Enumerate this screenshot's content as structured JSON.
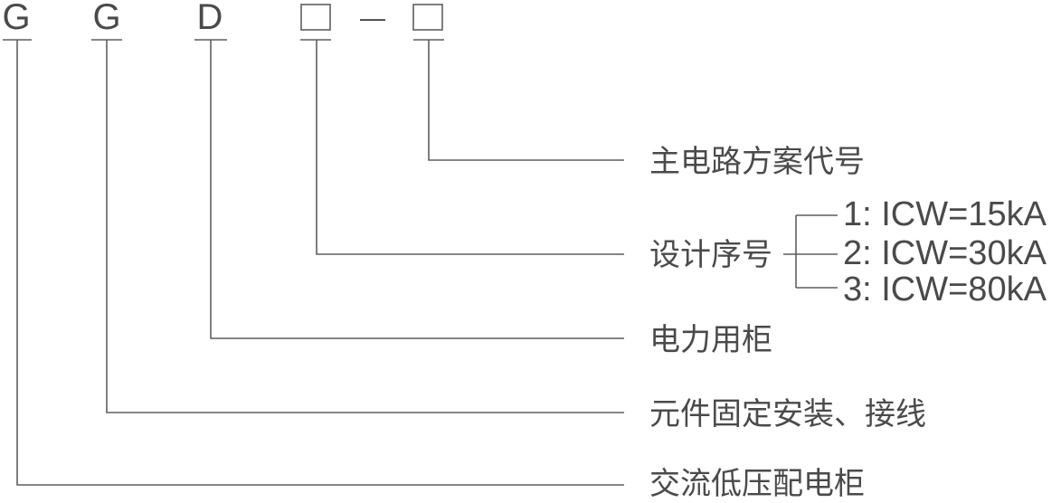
{
  "code": {
    "letters": [
      "G",
      "G",
      "D"
    ],
    "separator": "—"
  },
  "fields": {
    "main_circuit_scheme": "主电路方案代号",
    "design_serial": "设计序号",
    "power_cabinet": "电力用柜",
    "fixed_mounting": "元件固定安装、接线",
    "ac_low_voltage": "交流低压配电柜"
  },
  "design_options": [
    "1: ICW=15kA",
    "2: ICW=30kA",
    "3: ICW=80kA"
  ],
  "colors": {
    "line": "#5f5f5f",
    "text": "#4a4a4a",
    "background": "#ffffff"
  }
}
